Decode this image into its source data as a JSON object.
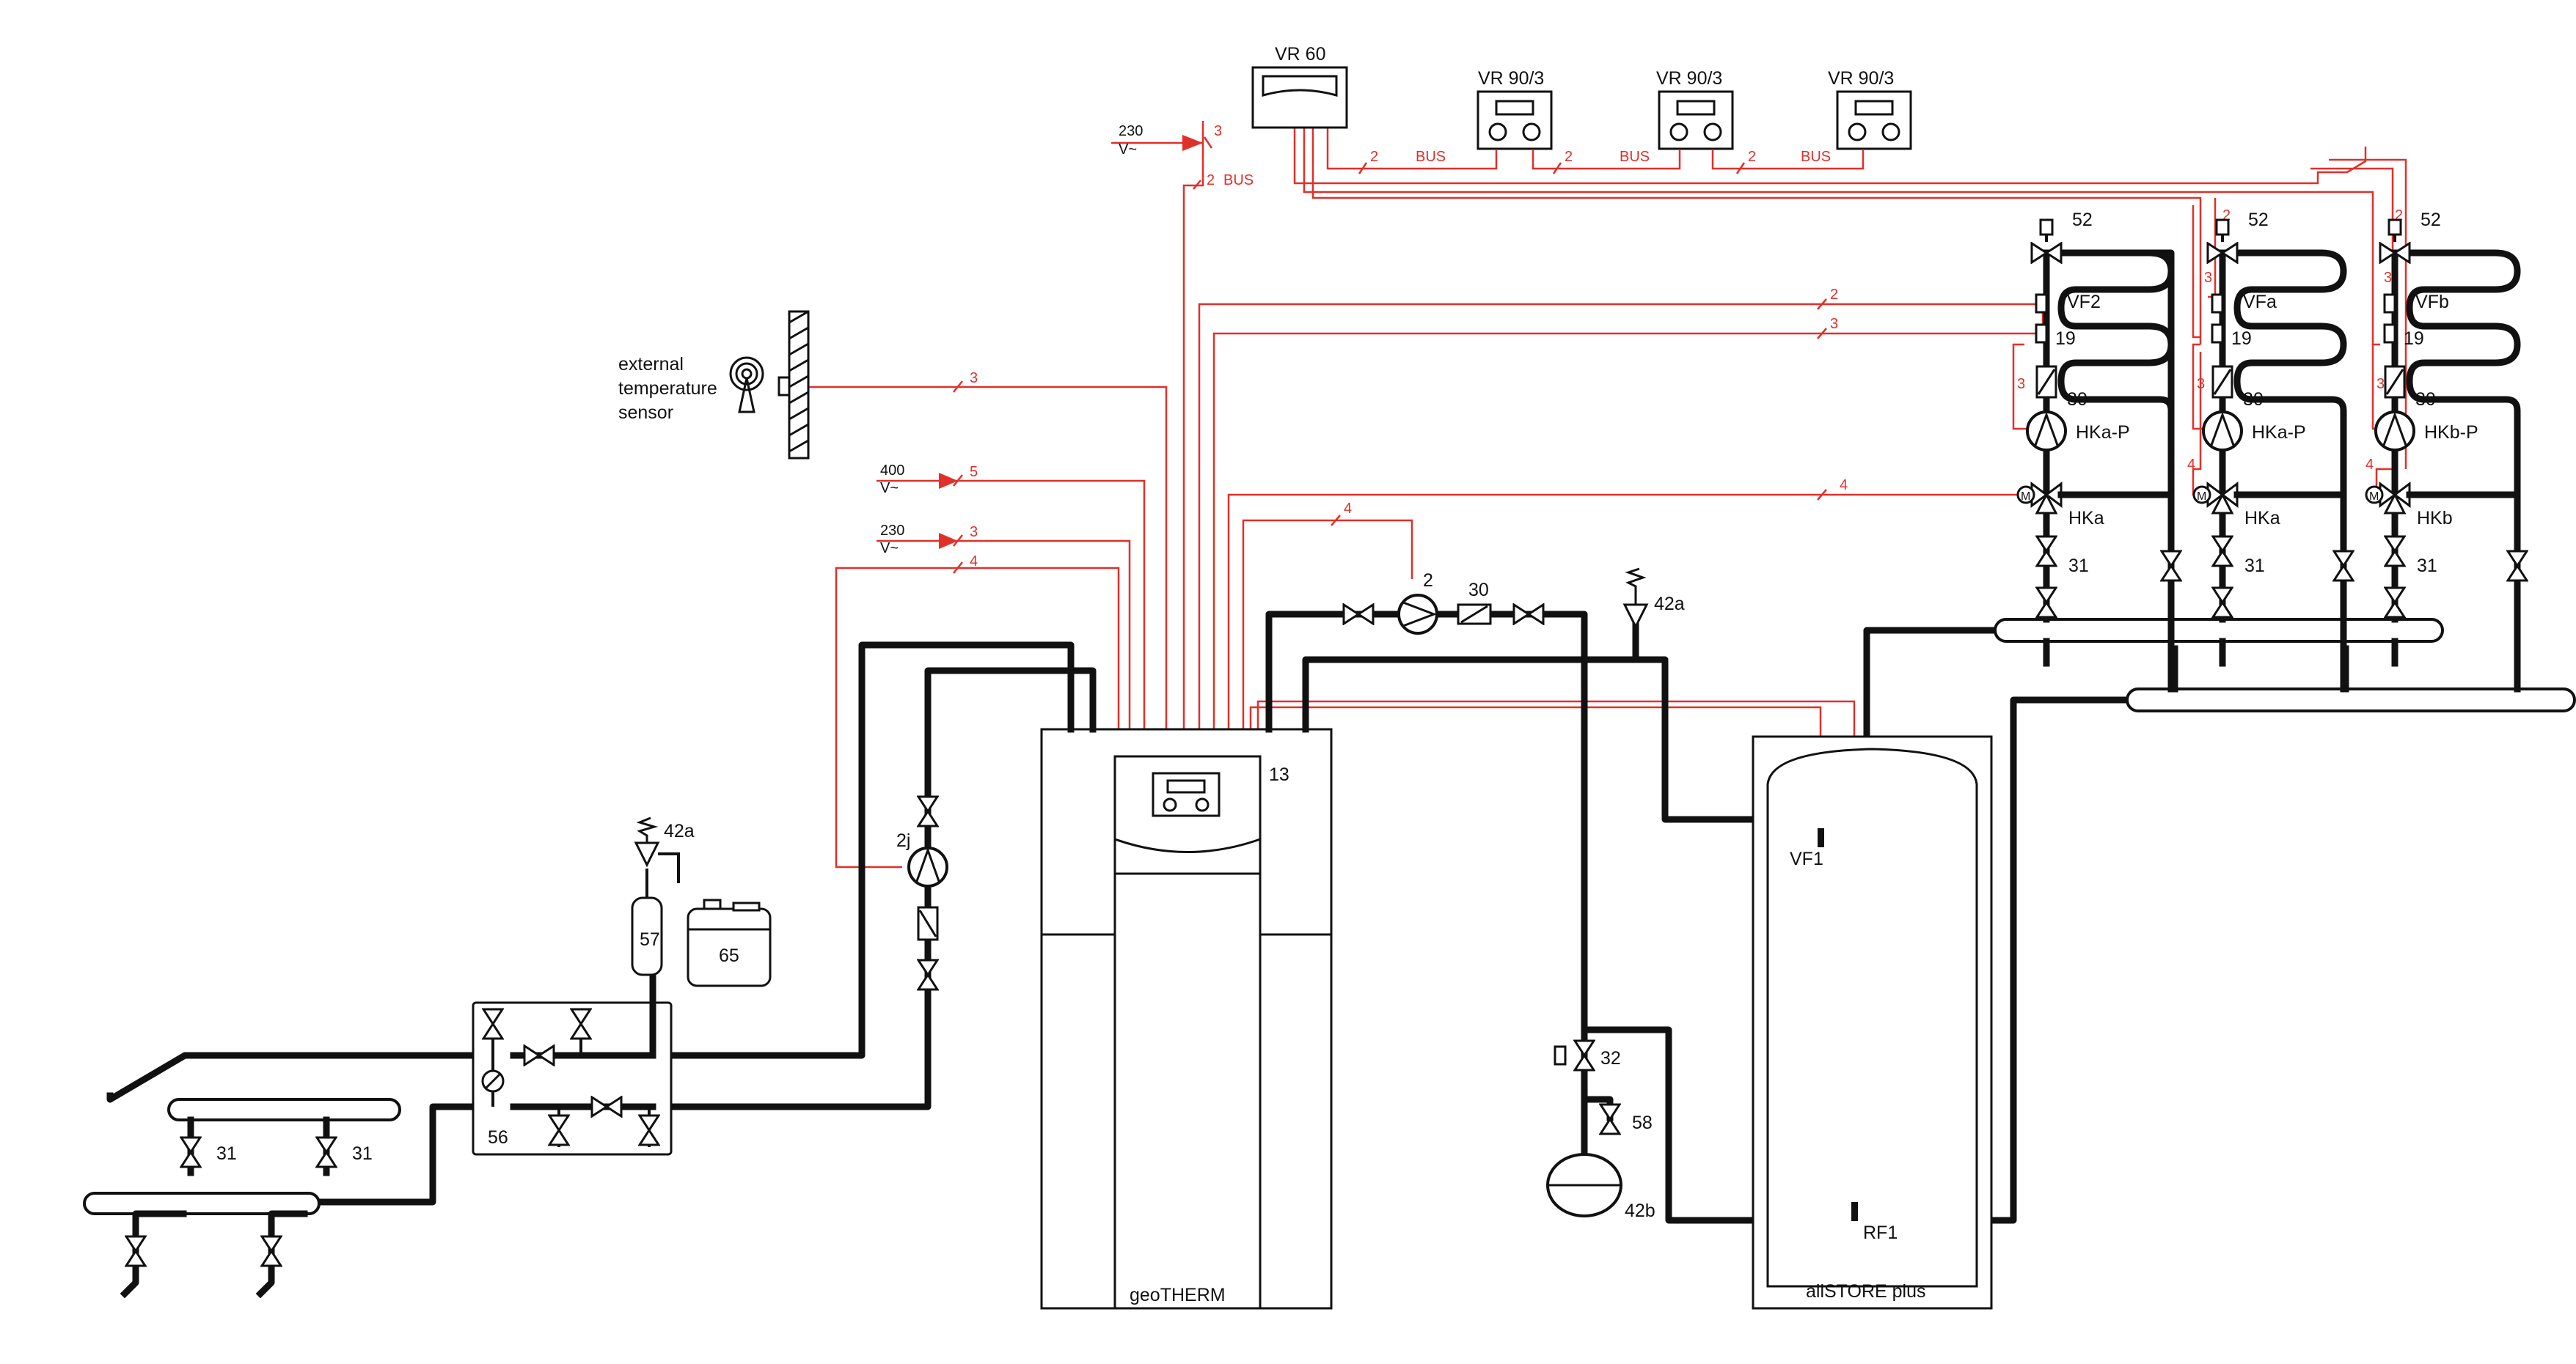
{
  "controllers": {
    "vr60": "VR 60",
    "vr90_1": "VR 90/3",
    "vr90_2": "VR 90/3",
    "vr90_3": "VR 90/3"
  },
  "bus": {
    "label": "BUS",
    "wires_2": "2",
    "wires_3": "3",
    "wires_4": "4",
    "wires_5": "5"
  },
  "power": {
    "v230": "230",
    "v400": "400",
    "ac": "V~"
  },
  "sensor_lines": [
    "external",
    "temperature",
    "sensor"
  ],
  "labels": {
    "heat_pump": "geoTHERM",
    "heat_pump_id": "13",
    "storage": "allSTORE plus",
    "vf1": "VF1",
    "rf1": "RF1",
    "vf2": "VF2",
    "vfa": "VFa",
    "vfb": "VFb",
    "n19": "19",
    "n30": "30",
    "n52": "52",
    "n31": "31",
    "n2": "2",
    "n2j": "2j",
    "n42a": "42a",
    "n42b": "42b",
    "n32": "32",
    "n58": "58",
    "n57": "57",
    "n65": "65",
    "n56": "56",
    "hka_p": "HKa-P",
    "hkb_p": "HKb-P",
    "hka": "HKa",
    "hkb": "HKb",
    "m": "M"
  }
}
